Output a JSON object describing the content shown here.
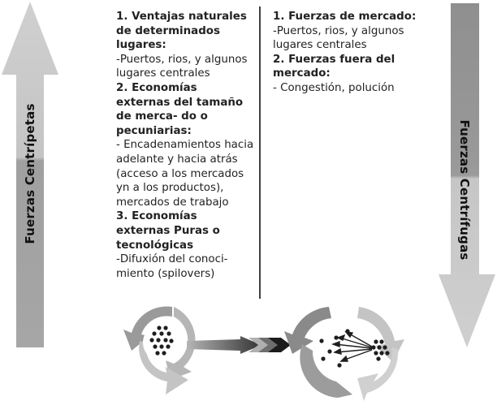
{
  "left_arrow": {
    "label": "Fuerzas Centrípetas",
    "direction": "up"
  },
  "right_arrow": {
    "label": "Fuerzas Centrífugas",
    "direction": "down"
  },
  "centripetal_list": [
    {
      "heading": "1. Ventajas naturales de determinados lugares:",
      "text": "-Puertos, rios, y algunos lugares centrales"
    },
    {
      "heading": "2. Economías externas del tamaño de merca- do o pecuniarias:",
      "text": "- Encadenamientos hacia adelante y hacia atrás (acceso a los mercados yn a los productos), mercados de trabajo"
    },
    {
      "heading": "3. Economías externas Puras o tecnológicas",
      "text": "-Difuxión del conoci- miento (spilovers)"
    }
  ],
  "centrifugal_list": [
    {
      "heading": "1. Fuerzas de mercado:",
      "text": "-Puertos, rios, y algunos lugares centrales"
    },
    {
      "heading": "2. Fuerzas fuera del mercado:",
      "text": "- Congestión, polución"
    }
  ],
  "colors": {
    "arrow_light": "#c8c8c8",
    "arrow_dark": "#8c8c8c",
    "text": "#222222",
    "dots": "#1e1e1e"
  }
}
